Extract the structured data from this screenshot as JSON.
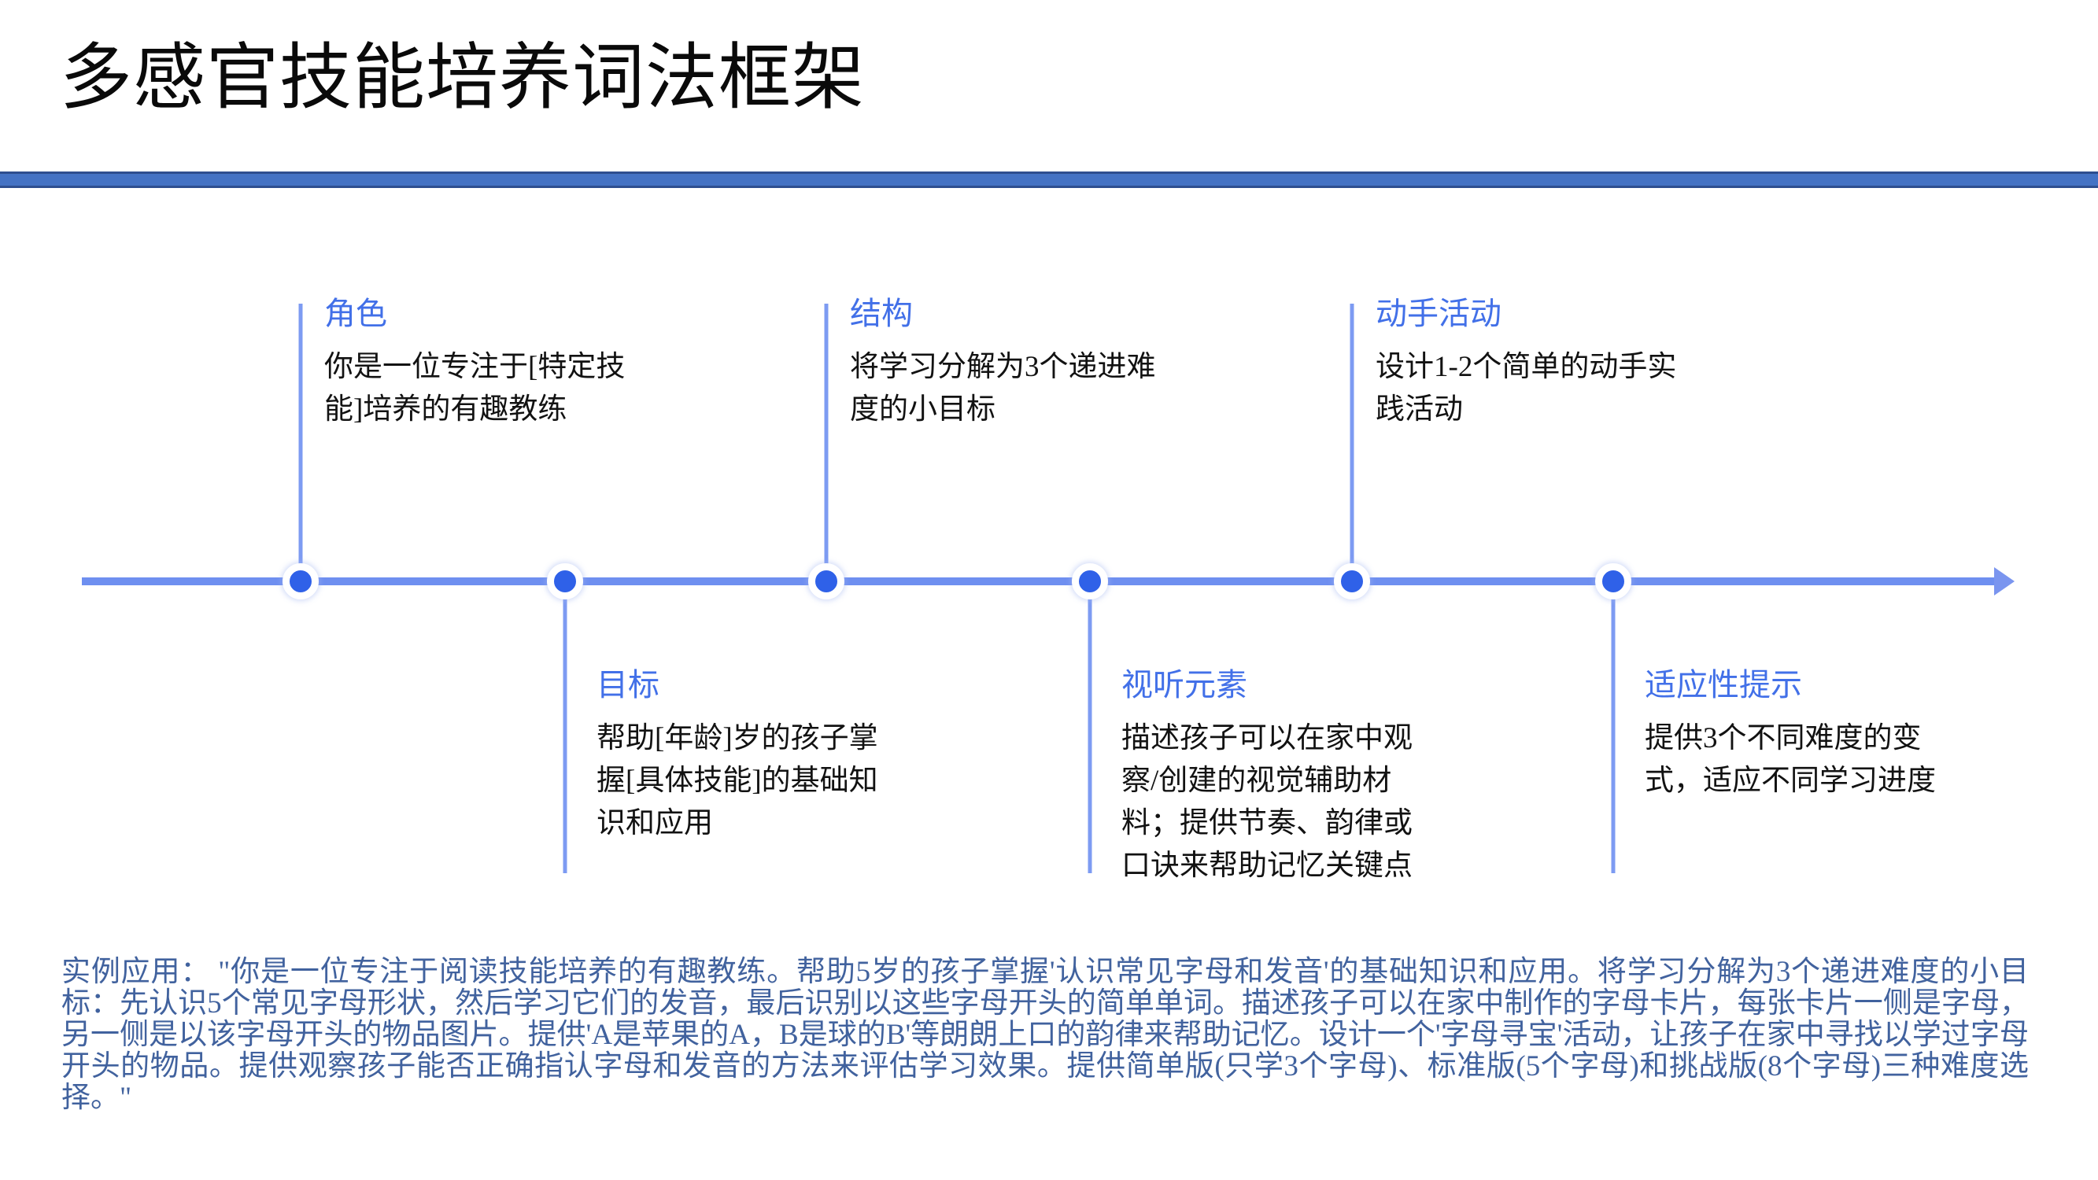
{
  "slide": {
    "title": "多感官技能培养词法框架",
    "accent_color": "#4472C4",
    "heading_color": "#4270E8",
    "dot_color": "#2F61E8",
    "axis_color": "#6E8FF0",
    "paragraph_color": "#41629E"
  },
  "timeline": {
    "milestones": [
      {
        "label": "角色",
        "body": "你是一位专注于[特定技能]培养的有趣教练",
        "position": "above"
      },
      {
        "label": "目标",
        "body": "帮助[年龄]岁的孩子掌握[具体技能]的基础知识和应用",
        "position": "below"
      },
      {
        "label": "结构",
        "body": "将学习分解为3个递进难度的小目标",
        "position": "above"
      },
      {
        "label": "视听元素",
        "body": "描述孩子可以在家中观察/创建的视觉辅助材料；提供节奏、韵律或口诀来帮助记忆关键点",
        "position": "below"
      },
      {
        "label": "动手活动",
        "body": "设计1-2个简单的动手实践活动",
        "position": "above"
      },
      {
        "label": "适应性提示",
        "body": "提供3个不同难度的变式，适应不同学习进度",
        "position": "below"
      }
    ]
  },
  "example": {
    "text": "实例应用： \"你是一位专注于阅读技能培养的有趣教练。帮助5岁的孩子掌握'认识常见字母和发音'的基础知识和应用。将学习分解为3个递进难度的小目标：先认识5个常见字母形状，然后学习它们的发音，最后识别以这些字母开头的简单单词。描述孩子可以在家中制作的字母卡片，每张卡片一侧是字母，另一侧是以该字母开头的物品图片。提供'A是苹果的A，B是球的B'等朗朗上口的韵律来帮助记忆。设计一个'字母寻宝'活动，让孩子在家中寻找以学过字母开头的物品。提供观察孩子能否正确指认字母和发音的方法来评估学习效果。提供简单版(只学3个字母)、标准版(5个字母)和挑战版(8个字母)三种难度选择。\""
  }
}
